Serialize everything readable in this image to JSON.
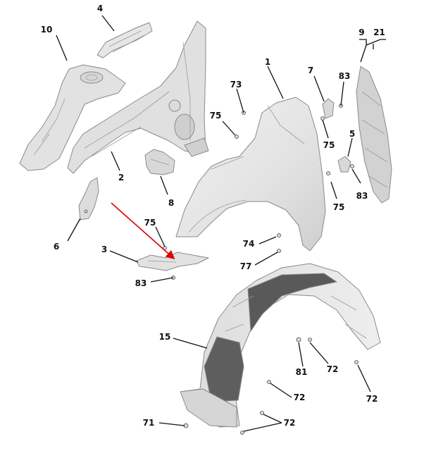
{
  "colors": {
    "background": "#ffffff",
    "part_fill": "#e3e3e3",
    "part_fill_light": "#ededed",
    "part_shadow": "#c4c4c4",
    "liner_dark": "#5a5a5a",
    "label": "#111111",
    "arrow": "#e00000"
  },
  "callouts": [
    {
      "id": "c1",
      "label": "1"
    },
    {
      "id": "c2",
      "label": "2"
    },
    {
      "id": "c3",
      "label": "3"
    },
    {
      "id": "c4",
      "label": "4"
    },
    {
      "id": "c5",
      "label": "5"
    },
    {
      "id": "c6",
      "label": "6"
    },
    {
      "id": "c7",
      "label": "7"
    },
    {
      "id": "c8",
      "label": "8"
    },
    {
      "id": "c9-21",
      "label": "9   21"
    },
    {
      "id": "c10",
      "label": "10"
    },
    {
      "id": "c15",
      "label": "15"
    },
    {
      "id": "c71",
      "label": "71"
    },
    {
      "id": "c72a",
      "label": "72"
    },
    {
      "id": "c72b",
      "label": "72"
    },
    {
      "id": "c72c",
      "label": "72"
    },
    {
      "id": "c72d",
      "label": "72"
    },
    {
      "id": "c73",
      "label": "73"
    },
    {
      "id": "c74",
      "label": "74"
    },
    {
      "id": "c75a",
      "label": "75"
    },
    {
      "id": "c75b",
      "label": "75"
    },
    {
      "id": "c75c",
      "label": "75"
    },
    {
      "id": "c75d",
      "label": "75"
    },
    {
      "id": "c77",
      "label": "77"
    },
    {
      "id": "c81",
      "label": "81"
    },
    {
      "id": "c83a",
      "label": "83"
    },
    {
      "id": "c83b",
      "label": "83"
    },
    {
      "id": "c83c",
      "label": "83"
    }
  ]
}
